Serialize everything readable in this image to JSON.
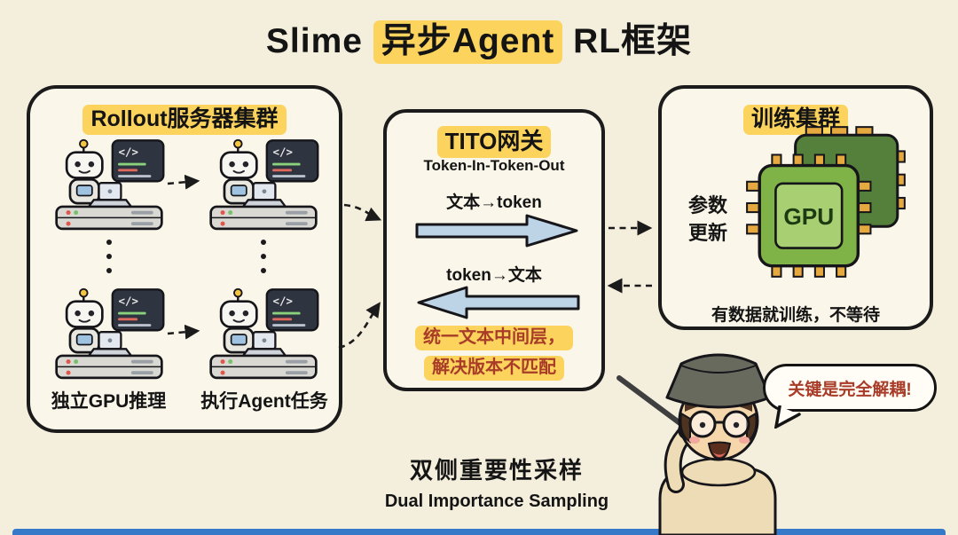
{
  "title": {
    "prefix": "Slime ",
    "highlight": "异步Agent",
    "suffix": " RL框架"
  },
  "rollout_box": {
    "title": "Rollout服务器集群",
    "label_gpu": "独立GPU推理",
    "label_agent": "执行Agent任务"
  },
  "tito_box": {
    "title": "TITO网关",
    "subtitle": "Token-In-Token-Out",
    "text_to_token": "文本→token",
    "token_to_text": "token→文本",
    "note_line1": "统一文本中间层，",
    "note_line2": "解决版本不匹配"
  },
  "training_box": {
    "title": "训练集群",
    "param_line1": "参数",
    "param_line2": "更新",
    "gpu_label": "GPU",
    "note": "有数据就训练，不等待"
  },
  "caption": {
    "line1": "双侧重要性采样",
    "line2": "Dual Importance Sampling"
  },
  "speech_bubble": {
    "text": "关键是完全解耦!"
  },
  "icons": {
    "code_window_glyph": "</>",
    "vertical_ellipsis": "⋮"
  },
  "colors": {
    "background": "#f4eedd",
    "box_fill": "#faf6e9",
    "highlight_yellow": "#fbd35d",
    "flow_arrow_fill": "#bdd3e6",
    "note_red": "#a83c28",
    "gpu_green": "#7fb347",
    "pin_orange": "#e6a93f",
    "bottom_bar_blue": "#3579c8"
  }
}
